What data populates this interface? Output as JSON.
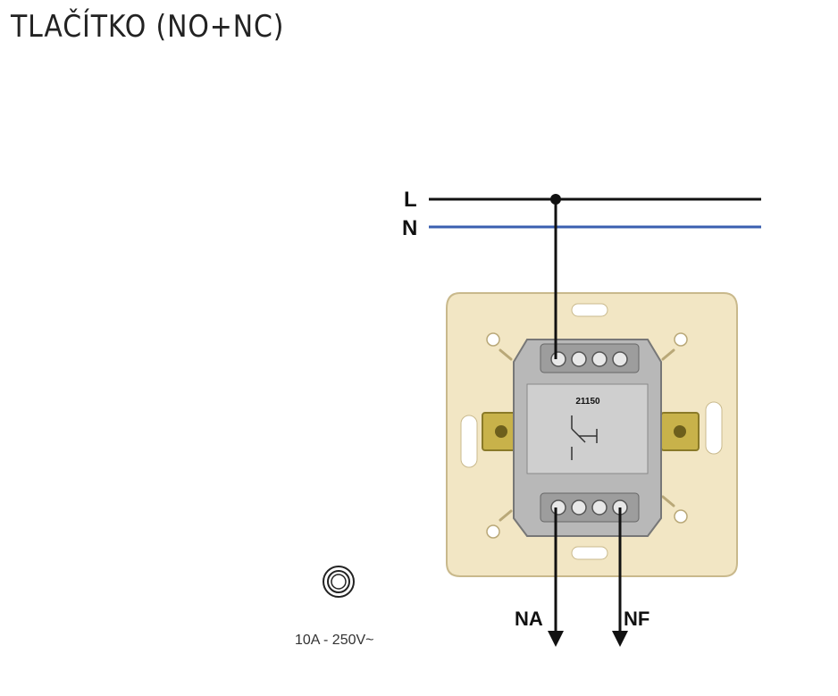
{
  "title": "TLAČÍTKO (NO+NC)",
  "rating": "10A - 250V~",
  "lines": {
    "live_label": "L",
    "neutral_label": "N",
    "live_color": "#111111",
    "neutral_color": "#3a5fb0"
  },
  "device": {
    "code": "21150",
    "body_color": "#f2e6c4",
    "mechanism_color": "#b8b8b8"
  },
  "outputs": {
    "no_label": "NA",
    "nc_label": "NF"
  },
  "icons": {
    "symbol": "double-circle-icon"
  }
}
